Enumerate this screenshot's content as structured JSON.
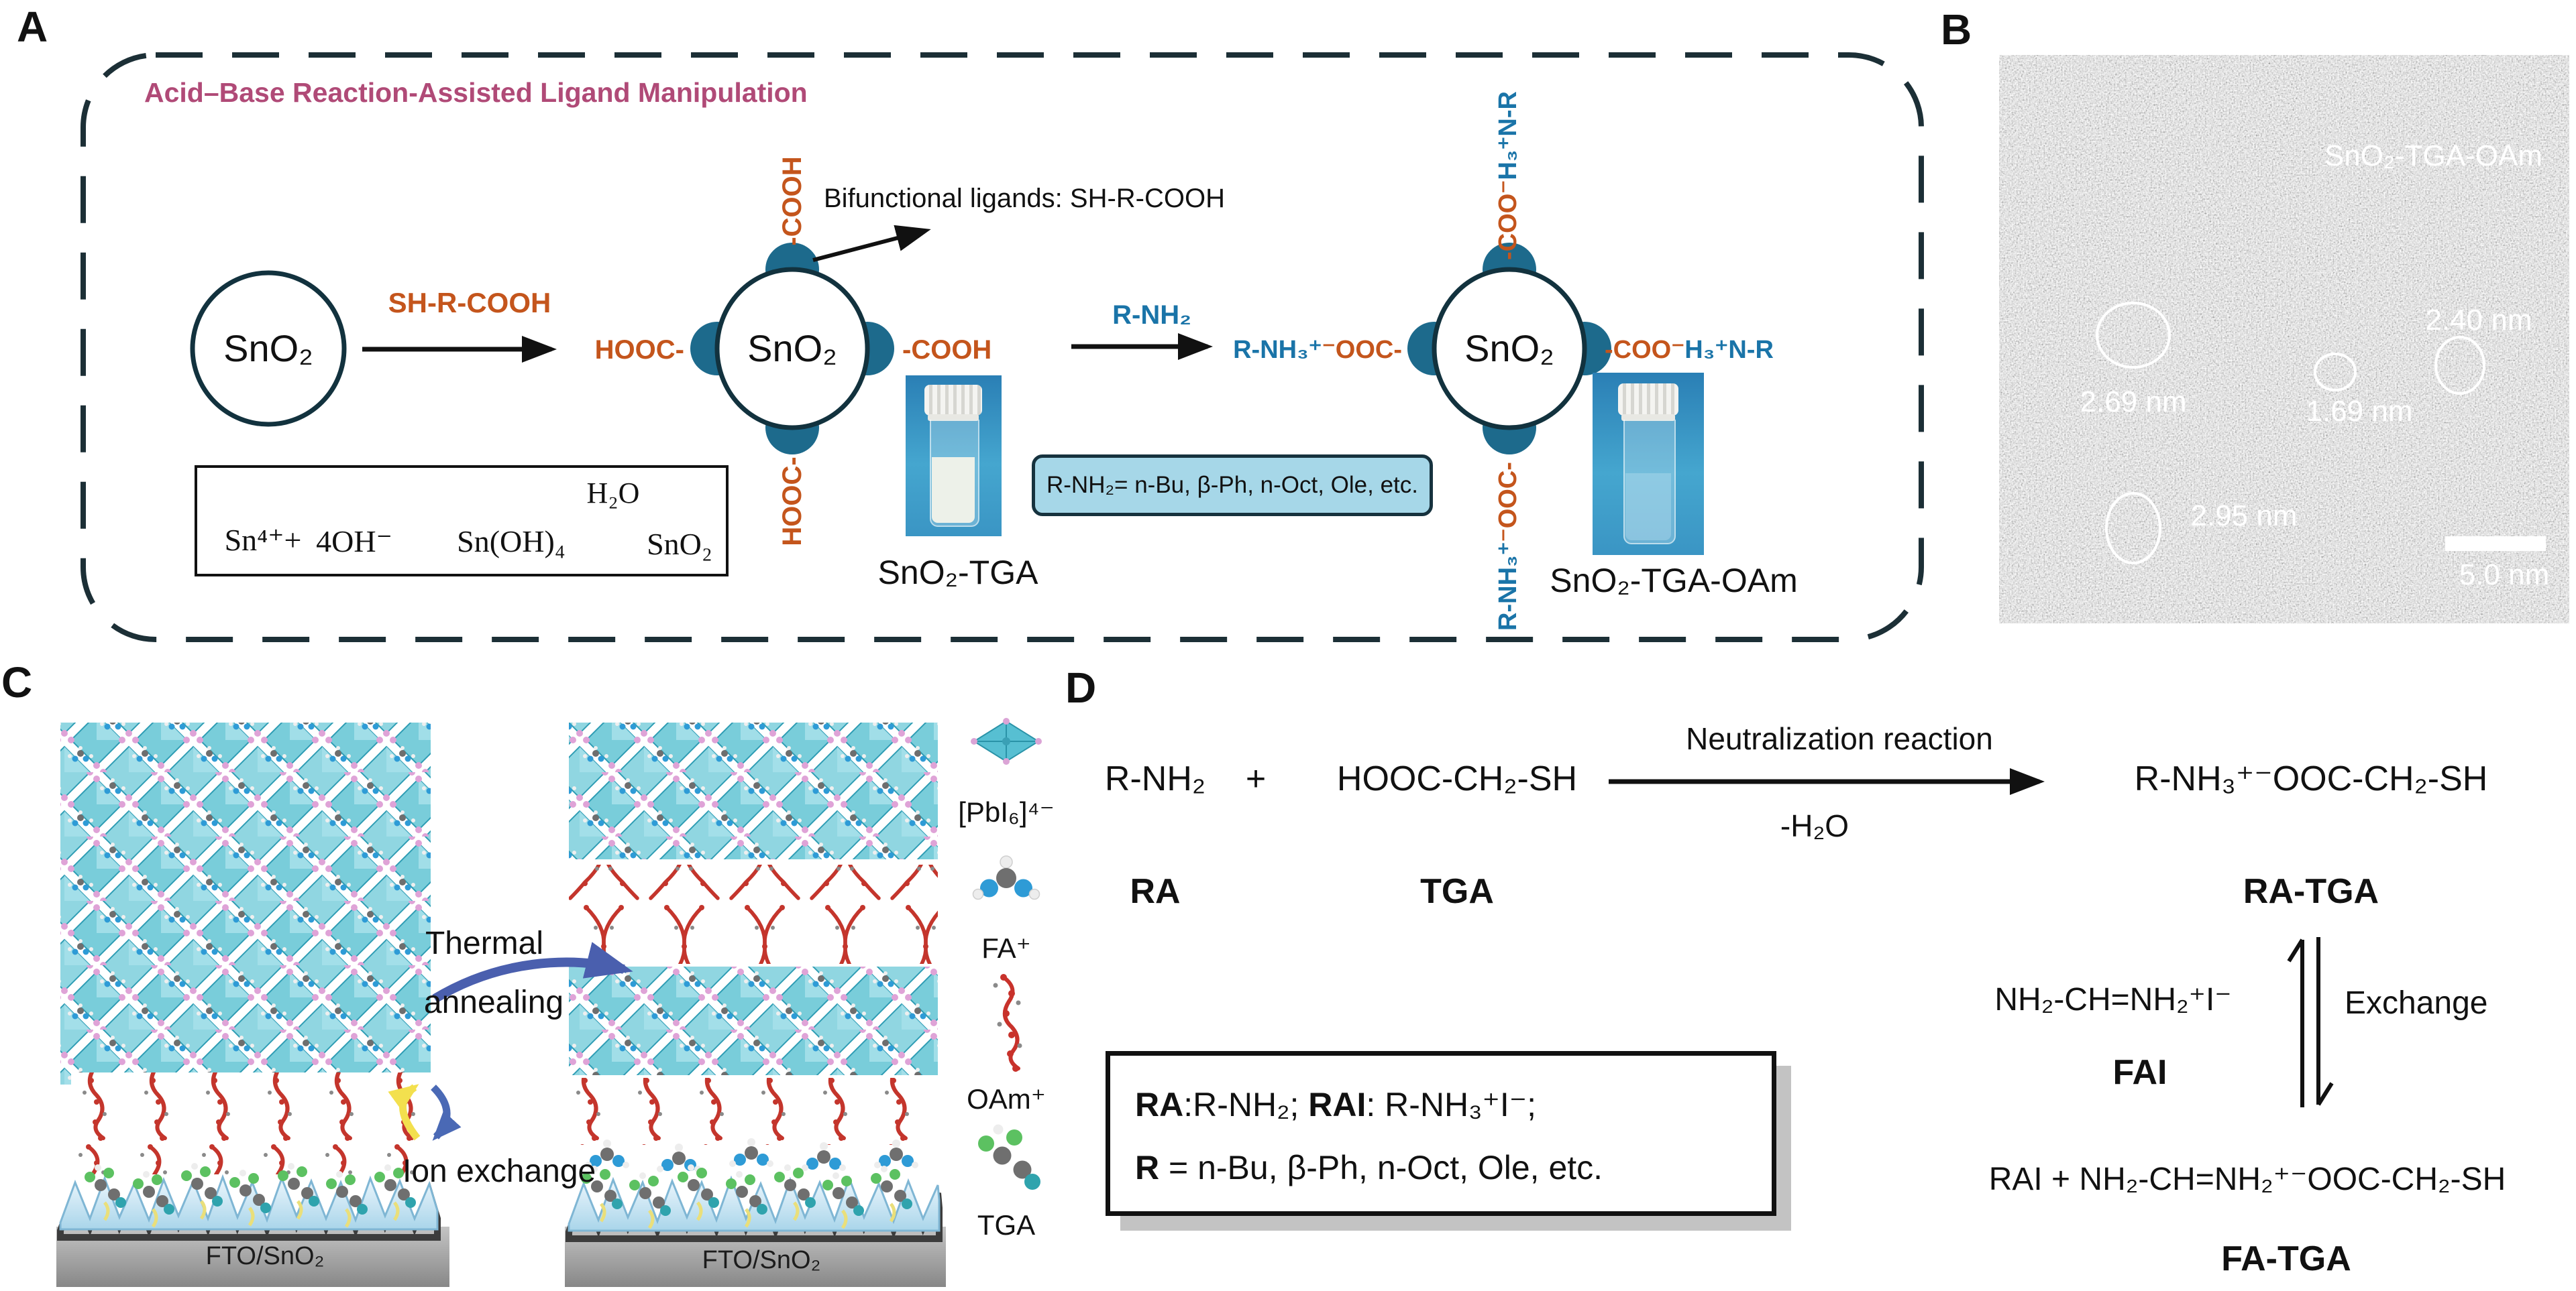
{
  "figure": {
    "panel_a": {
      "label": "A",
      "title": "Acid–Base Reaction-Assisted Ligand Manipulation",
      "particle": "SnO₂",
      "arrow1_label": "SH-R-COOH",
      "arrow2_label": "R-NH₂",
      "bifunctional_note": "Bifunctional ligands: SH-R-COOH",
      "ligand_left": "HOOC-",
      "ligand_right": "-COOH",
      "ligand_top_vertical": "-COOH",
      "ligand_bottom_vertical": "HOOC-",
      "ion_left_amine": "R-NH₃⁺",
      "ion_left_carboxyl": "⁻OOC-",
      "ion_right_carboxyl": "-COO⁻",
      "ion_right_amine": "H₃⁺N-R",
      "ion_top_carboxyl": "-COO⁻",
      "ion_top_amine": "H₃⁺N-R",
      "ion_bottom_amine": "R-NH₃⁺",
      "ion_bottom_carboxyl": "⁻OOC-",
      "amine_box": "R-NH₂= n-Bu, β-Ph, n-Oct, Ole, etc.",
      "vial1_label": "SnO₂-TGA",
      "vial2_label": "SnO₂-TGA-OAm",
      "sn_box": {
        "reactant1": "Sn⁴⁺+",
        "reactant2": "4OH⁻",
        "intermediate": "Sn(OH)₄",
        "byproduct": "H₂O",
        "product": "SnO₂"
      }
    },
    "panel_b": {
      "label": "B",
      "sample_label": "SnO₂-TGA-OAm",
      "m1": "2.69 nm",
      "m2": "1.69 nm",
      "m3": "2.40 nm",
      "m4": "2.95 nm",
      "scale_bar": "5.0 nm"
    },
    "panel_c": {
      "label": "C",
      "thermal_line1": "Thermal",
      "thermal_line2": "annealing",
      "ion_exchange": "Ion exchange",
      "substrate": "FTO/SnO₂",
      "legend": [
        {
          "name": "[PbI₆]⁴⁻"
        },
        {
          "name": "FA⁺"
        },
        {
          "name": "OAm⁺"
        },
        {
          "name": "TGA"
        }
      ]
    },
    "panel_d": {
      "label": "D",
      "reactant1": "R-NH₂",
      "plus": "+",
      "reactant2": "HOOC-CH₂-SH",
      "arrow_top": "Neutralization reaction",
      "arrow_bottom": "-H₂O",
      "product1": "R-NH₃⁺⁻OOC-CH₂-SH",
      "label_ra": "RA",
      "label_tga": "TGA",
      "label_ratga": "RA-TGA",
      "fai_formula": "NH₂-CH=NH₂⁺I⁻",
      "label_fai": "FAI",
      "exchange": "Exchange",
      "reaction2": "RAI + NH₂-CH=NH₂⁺⁻OOC-CH₂-SH",
      "label_fatga": "FA-TGA",
      "box": {
        "b1": "RA",
        "t1": ":R-NH₂; ",
        "b2": "RAI",
        "t2": ": R-NH₃⁺I⁻;",
        "b3": "R",
        "t3": " = n-Bu, β-Ph, n-Oct, Ole, etc."
      }
    },
    "colors": {
      "title_accent": "#b04a77",
      "carboxyl_orange": "#c4551c",
      "amine_blue": "#1a74a8",
      "ligand_bump_teal": "#1d6a8c",
      "dash_border": "#1c2f36"
    }
  }
}
